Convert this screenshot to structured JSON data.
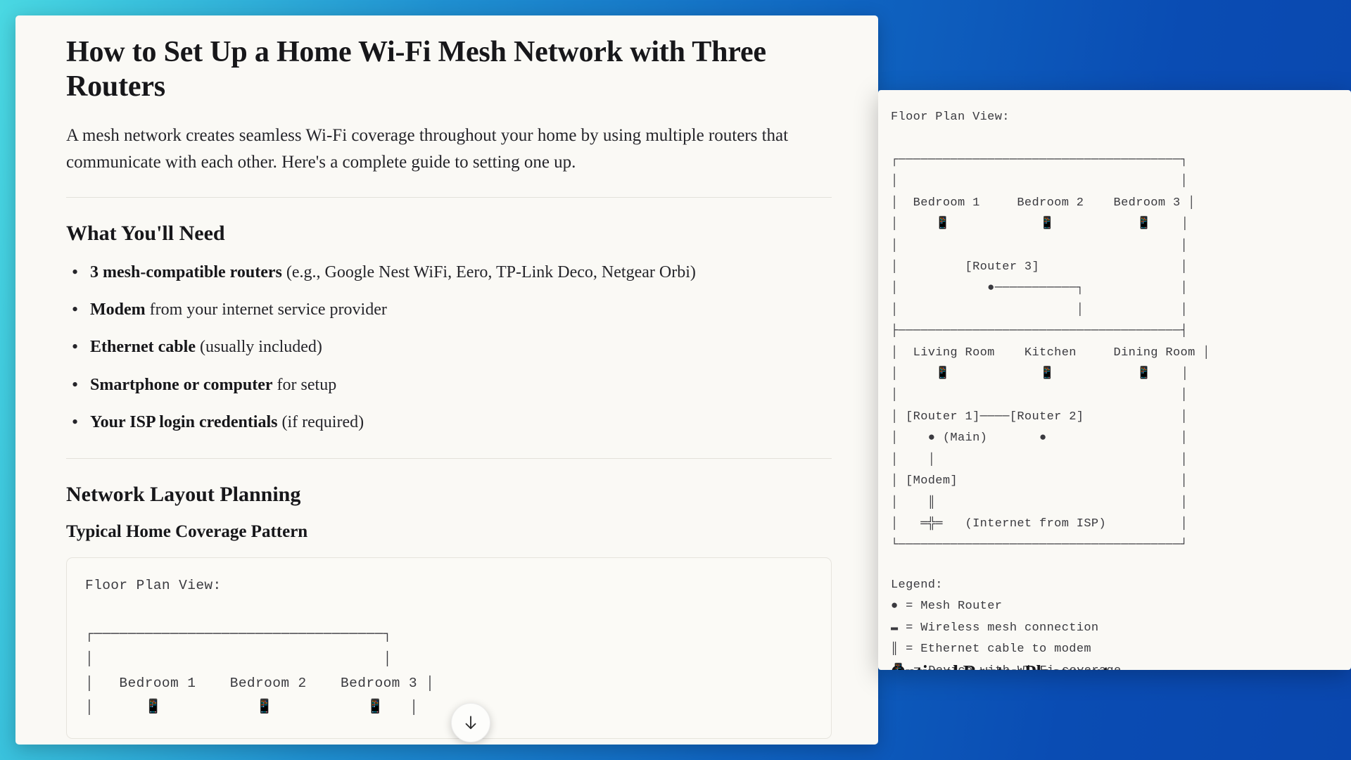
{
  "background": {
    "from": "#4ad8e2",
    "to": "#0a47ae"
  },
  "document": {
    "title": "How to Set Up a Home Wi-Fi Mesh Network with Three Routers",
    "lede": "A mesh network creates seamless Wi-Fi coverage throughout your home by using multiple routers that communicate with each other. Here's a complete guide to setting one up.",
    "sections": {
      "needs_heading": "What You'll Need",
      "needs_items": [
        {
          "bold": "3 mesh-compatible routers",
          "rest": " (e.g., Google Nest WiFi, Eero, TP-Link Deco, Netgear Orbi)"
        },
        {
          "bold": "Modem",
          "rest": " from your internet service provider"
        },
        {
          "bold": "Ethernet cable",
          "rest": " (usually included)"
        },
        {
          "bold": "Smartphone or computer",
          "rest": " for setup"
        },
        {
          "bold": "Your ISP login credentials",
          "rest": " (if required)"
        }
      ],
      "layout_heading": "Network Layout Planning",
      "coverage_subheading": "Typical Home Coverage Pattern"
    },
    "ascii_diagram": "Floor Plan View:\n\n┌──────────────────────────────────┐\n│                                  │\n│   Bedroom 1    Bedroom 2    Bedroom 3 │\n│      📱           📱           📱   │"
  },
  "side_panel": {
    "ascii_diagram": "Floor Plan View:\n\n┌──────────────────────────────────────┐\n│                                      │\n│  Bedroom 1     Bedroom 2    Bedroom 3 │\n│     📱            📱           📱    │\n│                                      │\n│         [Router 3]                   │\n│            ●───────────┐             │\n│                        │             │\n├──────────────────────────────────────┤\n│  Living Room    Kitchen     Dining Room │\n│     📱            📱           📱    │\n│                                      │\n│ [Router 1]────[Router 2]             │\n│    ● (Main)       ●                  │\n│    │                                 │\n│ [Modem]                              │\n│    ║                                 │\n│   ═╬═   (Internet from ISP)          │\n└──────────────────────────────────────┘",
    "legend_heading": "Legend:",
    "legend_items": [
      {
        "symbol": "●",
        "text": "= Mesh Router"
      },
      {
        "symbol": "▬",
        "text": "= Wireless mesh connection"
      },
      {
        "symbol": "║",
        "text": "= Ethernet cable to modem"
      },
      {
        "symbol": "📱",
        "text": "= Device with Wi-Fi coverage"
      }
    ],
    "cut_heading": "Optimal Router Placement"
  },
  "controls": {
    "doc_scroll_icon": "arrow-down-icon",
    "side_scroll_icon": "arrow-down-icon"
  }
}
